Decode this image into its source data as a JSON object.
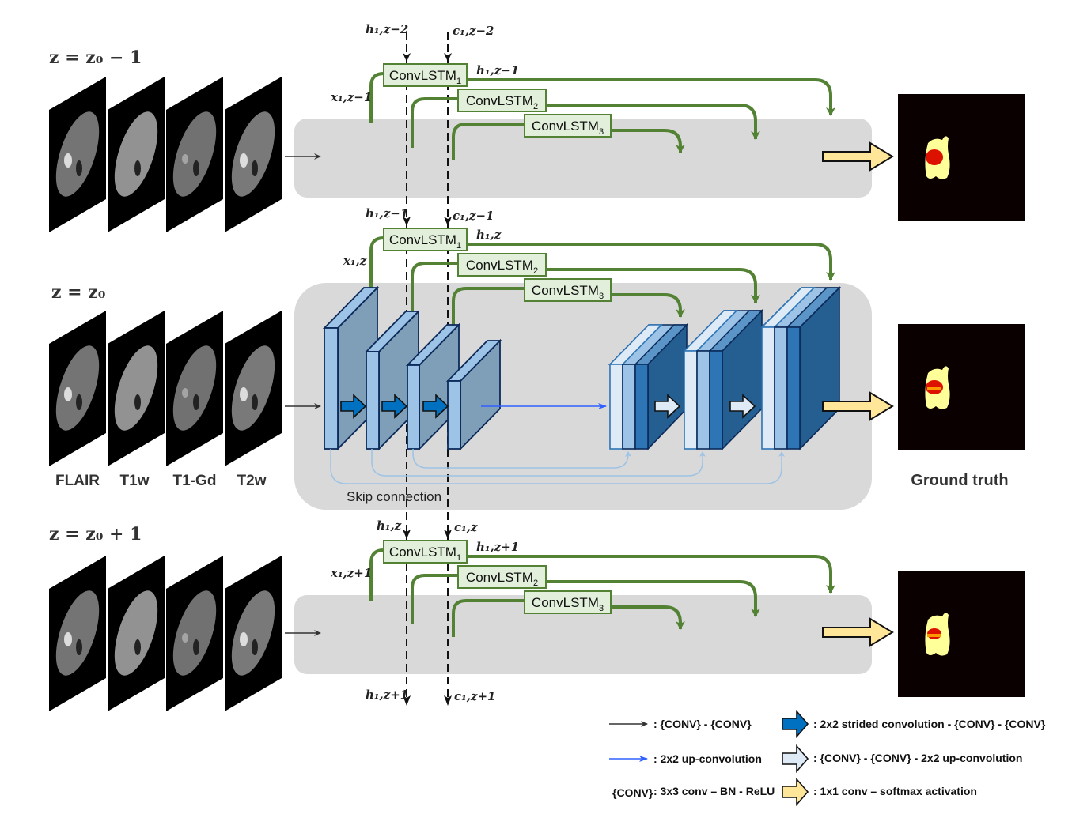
{
  "rows": [
    {
      "id": "prev",
      "z_label": "z = z₀ − 1",
      "x_label": "x₁,z−1",
      "h_in": "h₁,z−2",
      "c_in": "c₁,z−2",
      "h_out": "h₁,z−1"
    },
    {
      "id": "curr",
      "z_label": "z = z₀",
      "x_label": "x₁,z",
      "h_in": "h₁,z−1",
      "c_in": "c₁,z−1",
      "h_out": "h₁,z"
    },
    {
      "id": "next",
      "z_label": "z = z₀ + 1",
      "x_label": "x₁,z+1",
      "h_in": "h₁,z",
      "c_in": "c₁,z",
      "h_out": "h₁,z+1"
    }
  ],
  "bottom_outputs": {
    "h": "h₁,z+1",
    "c": "c₁,z+1"
  },
  "lstm": {
    "name": "ConvLSTM",
    "subs": [
      "1",
      "2",
      "3"
    ]
  },
  "modalities": [
    "FLAIR",
    "T1w",
    "T1-Gd",
    "T2w"
  ],
  "skip_connection": "Skip connection",
  "ground_truth": "Ground truth",
  "legend": [
    {
      "icon": "dark-arrow-icon",
      "text": ": {CONV} - {CONV}"
    },
    {
      "icon": "blue-arrow-icon",
      "text": ": 2x2 up-convolution"
    },
    {
      "icon": "conv-symbol",
      "symbol": "{CONV}",
      "text": ": 3x3 conv – BN - ReLU"
    },
    {
      "icon": "dark-blue-block-arrow-icon",
      "text": ": 2x2 strided convolution - {CONV} - {CONV}"
    },
    {
      "icon": "light-block-arrow-icon",
      "text": ": {CONV} - {CONV} - 2x2 up-convolution"
    },
    {
      "icon": "yellow-block-arrow-icon",
      "text": ": 1x1 conv – softmax activation"
    }
  ],
  "colors": {
    "lstm_green": "#548235",
    "lstm_fill": "#e2efda",
    "panel_gray": "#d9d9d9",
    "enc_front": "#9dc3e6",
    "enc_side": "#7f9fb8",
    "dec_dark": "#255e91",
    "dec_mid": "#2e75b6",
    "dec_light": "#deebf7",
    "skip": "#9dc3e6",
    "upconv": "#3060ff",
    "softmax": "#ffe699",
    "strided": "#0070c0"
  }
}
